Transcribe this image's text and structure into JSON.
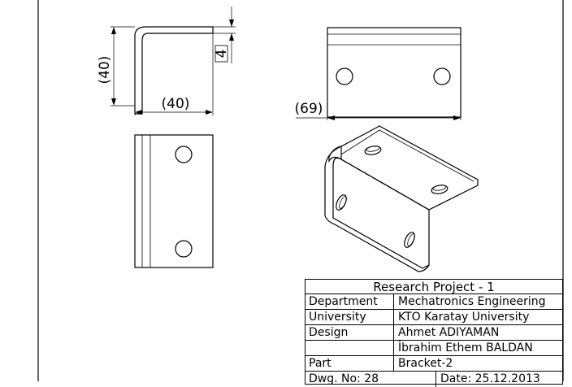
{
  "views": {
    "side": {
      "height_label": "(40)",
      "width_label": "(40)",
      "thickness_label": "4"
    },
    "top": {
      "depth_label": "(69)"
    }
  },
  "title_block": {
    "title": "Research Project - 1",
    "rows": [
      {
        "key": "Department",
        "value": "Mechatronics Engineering"
      },
      {
        "key": "University",
        "value": "KTO Karatay University"
      },
      {
        "key": "Design",
        "value": "Ahmet ADIYAMAN"
      },
      {
        "key": "",
        "value": "İbrahim Ethem BALDAN"
      },
      {
        "key": "Part",
        "value": "Bracket-2"
      }
    ],
    "dwg_label": "Dwg. No: 28",
    "date_label": "Date: 25.12.2013"
  }
}
